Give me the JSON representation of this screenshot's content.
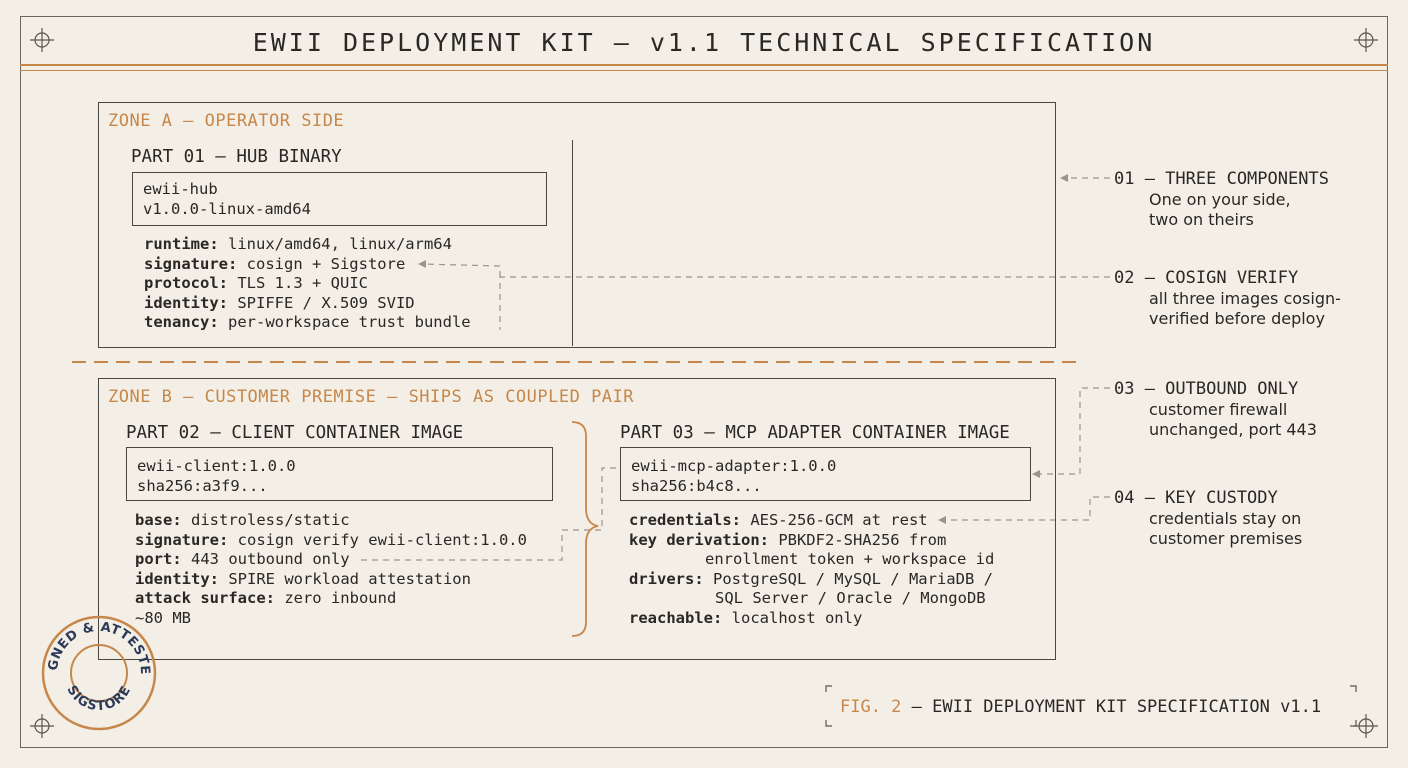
{
  "title": "EWII DEPLOYMENT KIT — v1.1 TECHNICAL SPECIFICATION",
  "colors": {
    "accent": "#c7874a",
    "ink": "#2a2724",
    "paper": "#f3efe6",
    "stamp": "#2c3a5a"
  },
  "zone_a": {
    "label": "ZONE A — OPERATOR SIDE",
    "part01": {
      "title": "PART 01 — HUB BINARY",
      "artifact": [
        "ewii-hub",
        "v1.0.0-linux-amd64"
      ],
      "specs": [
        {
          "key": "runtime:",
          "value": " linux/amd64, linux/arm64"
        },
        {
          "key": "signature:",
          "value": " cosign + Sigstore"
        },
        {
          "key": "protocol:",
          "value": " TLS 1.3 + QUIC"
        },
        {
          "key": "identity:",
          "value": " SPIFFE / X.509 SVID"
        },
        {
          "key": "tenancy:",
          "value": " per-workspace trust bundle"
        }
      ]
    }
  },
  "zone_b": {
    "label": "ZONE B — CUSTOMER PREMISE — SHIPS AS COUPLED PAIR",
    "part02": {
      "title": "PART 02 — CLIENT CONTAINER IMAGE",
      "artifact": [
        "ewii-client:1.0.0",
        "sha256:a3f9..."
      ],
      "specs": [
        {
          "key": "base:",
          "value": " distroless/static"
        },
        {
          "key": "signature:",
          "value": " cosign verify ewii-client:1.0.0"
        },
        {
          "key": "port:",
          "value": " 443 outbound only"
        },
        {
          "key": "identity:",
          "value": " SPIRE workload attestation"
        },
        {
          "key": "attack surface:",
          "value": " zero inbound"
        },
        {
          "key": "",
          "value": "~80 MB"
        }
      ]
    },
    "part03": {
      "title": "PART 03 — MCP ADAPTER CONTAINER IMAGE",
      "artifact": [
        "ewii-mcp-adapter:1.0.0",
        "sha256:b4c8..."
      ],
      "specs": [
        {
          "key": "credentials:",
          "value": " AES-256-GCM at rest"
        },
        {
          "key": "key derivation:",
          "value": " PBKDF2-SHA256 from"
        },
        {
          "key": "",
          "value": "enrollment token + workspace id",
          "indent": true
        },
        {
          "key": "drivers:",
          "value": " PostgreSQL / MySQL / MariaDB /"
        },
        {
          "key": "",
          "value": "SQL Server / Oracle / MongoDB",
          "indent": true
        },
        {
          "key": "reachable:",
          "value": " localhost only"
        }
      ]
    }
  },
  "notes": [
    {
      "head": "01 — THREE COMPONENTS",
      "body": [
        "One on your side,",
        "two on theirs"
      ]
    },
    {
      "head": "02 — COSIGN VERIFY",
      "body": [
        "all three images cosign-",
        "verified before deploy"
      ]
    },
    {
      "head": "03 — OUTBOUND ONLY",
      "body": [
        "customer firewall",
        "unchanged, port 443"
      ]
    },
    {
      "head": "04 — KEY CUSTODY",
      "body": [
        "credentials stay on",
        "customer premises"
      ]
    }
  ],
  "caption": {
    "fig": "FIG. 2",
    "text": " — EWII DEPLOYMENT KIT SPECIFICATION v1.1"
  },
  "stamp": {
    "top": "SIGNED & ATTESTED",
    "bottom": "SIGSTORE",
    "icon": "seal-icon"
  }
}
